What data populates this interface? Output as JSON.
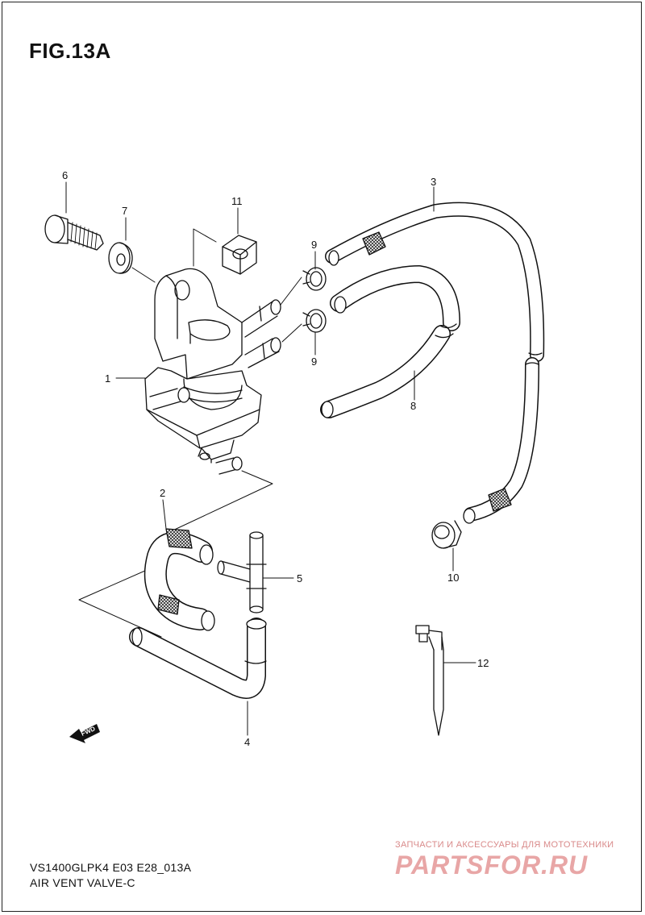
{
  "figure": {
    "title": "FIG.13A"
  },
  "callouts": [
    {
      "id": "1",
      "label": "1"
    },
    {
      "id": "2",
      "label": "2"
    },
    {
      "id": "3",
      "label": "3"
    },
    {
      "id": "4",
      "label": "4"
    },
    {
      "id": "5",
      "label": "5"
    },
    {
      "id": "6",
      "label": "6"
    },
    {
      "id": "7",
      "label": "7"
    },
    {
      "id": "8",
      "label": "8"
    },
    {
      "id": "9a",
      "label": "9"
    },
    {
      "id": "9b",
      "label": "9"
    },
    {
      "id": "10",
      "label": "10"
    },
    {
      "id": "11",
      "label": "11"
    },
    {
      "id": "12",
      "label": "12"
    }
  ],
  "fwd_label": "FWD",
  "footer": {
    "model_code": "VS1400GLPK4 E03 E28_013A",
    "part_name": "AIR VENT VALVE-C"
  },
  "watermark": {
    "tagline": "ЗАПЧАСТИ И АКСЕССУАРЫ ДЛЯ МОТОТЕХНИКИ",
    "logo": "PARTSFOR.RU"
  }
}
